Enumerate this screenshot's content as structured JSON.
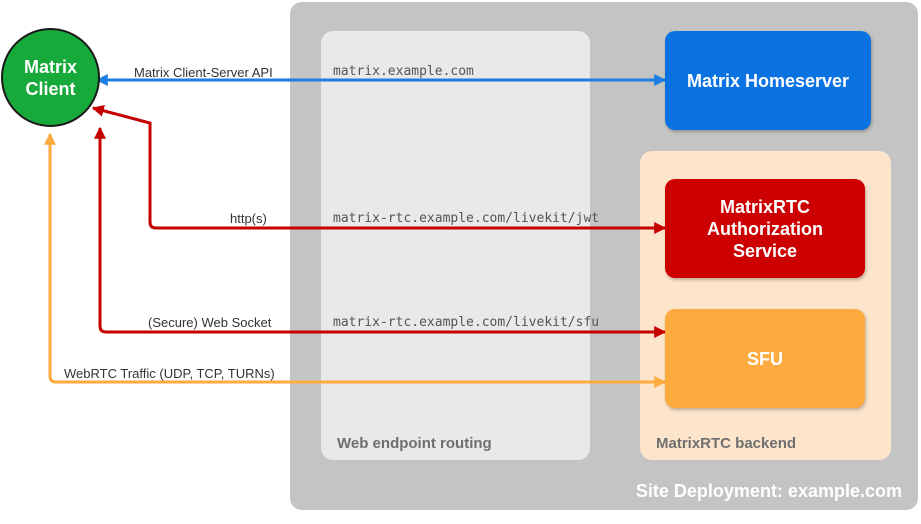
{
  "site": {
    "label": "Site Deployment: example.com"
  },
  "routing": {
    "label": "Web endpoint routing"
  },
  "backend": {
    "label": "MatrixRTC backend"
  },
  "nodes": {
    "client": "Matrix\nClient",
    "homeserver": "Matrix Homeserver",
    "auth": "MatrixRTC\nAuthorization\nService",
    "sfu": "SFU"
  },
  "links": {
    "api": {
      "label": "Matrix Client-Server API",
      "url": "matrix.example.com",
      "color": "#1a7fe0"
    },
    "jwt": {
      "label": "http(s)",
      "url": "matrix-rtc.example.com/livekit/jwt",
      "color": "#c40000"
    },
    "ws": {
      "label": "(Secure) Web Socket",
      "url": "matrix-rtc.example.com/livekit/sfu",
      "color": "#c40000"
    },
    "webrtc": {
      "label": "WebRTC Traffic (UDP, TCP, TURNs)",
      "color": "#fdab3f"
    }
  }
}
